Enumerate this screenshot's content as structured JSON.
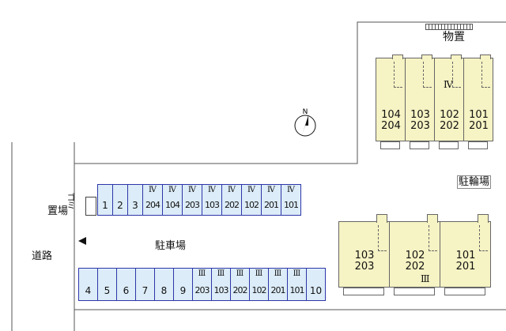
{
  "labels": {
    "storage": "物置",
    "bicycle_parking": "駐輪場",
    "parking": "駐車場",
    "road": "道路",
    "garbage": "ゴミ置場",
    "garbage_line1": "ゴミ",
    "garbage_line2": "置場",
    "north": "N"
  },
  "parking_top": [
    {
      "num": "1",
      "tag": "",
      "room": ""
    },
    {
      "num": "2",
      "tag": "",
      "room": ""
    },
    {
      "num": "3",
      "tag": "",
      "room": ""
    },
    {
      "num": "",
      "tag": "Ⅳ",
      "room": "204"
    },
    {
      "num": "",
      "tag": "Ⅳ",
      "room": "104"
    },
    {
      "num": "",
      "tag": "Ⅳ",
      "room": "203"
    },
    {
      "num": "",
      "tag": "Ⅳ",
      "room": "103"
    },
    {
      "num": "",
      "tag": "Ⅳ",
      "room": "202"
    },
    {
      "num": "",
      "tag": "Ⅳ",
      "room": "102"
    },
    {
      "num": "",
      "tag": "Ⅳ",
      "room": "201"
    },
    {
      "num": "",
      "tag": "Ⅳ",
      "room": "101"
    }
  ],
  "parking_bottom": [
    {
      "num": "4",
      "tag": "",
      "room": ""
    },
    {
      "num": "5",
      "tag": "",
      "room": ""
    },
    {
      "num": "6",
      "tag": "",
      "room": ""
    },
    {
      "num": "7",
      "tag": "",
      "room": ""
    },
    {
      "num": "8",
      "tag": "",
      "room": ""
    },
    {
      "num": "9",
      "tag": "",
      "room": ""
    },
    {
      "num": "",
      "tag": "Ⅲ",
      "room": "203"
    },
    {
      "num": "",
      "tag": "Ⅲ",
      "room": "103"
    },
    {
      "num": "",
      "tag": "Ⅲ",
      "room": "202"
    },
    {
      "num": "",
      "tag": "Ⅲ",
      "room": "102"
    },
    {
      "num": "",
      "tag": "Ⅲ",
      "room": "201"
    },
    {
      "num": "",
      "tag": "Ⅲ",
      "room": "101"
    },
    {
      "num": "10",
      "tag": "",
      "room": ""
    }
  ],
  "building_iv": {
    "name": "Ⅳ",
    "units": [
      {
        "upper": "104",
        "lower": "204"
      },
      {
        "upper": "103",
        "lower": "203"
      },
      {
        "upper": "102",
        "lower": "202"
      },
      {
        "upper": "101",
        "lower": "201"
      }
    ]
  },
  "building_iii": {
    "name": "Ⅲ",
    "units": [
      {
        "upper": "103",
        "lower": "203"
      },
      {
        "upper": "102",
        "lower": "202"
      },
      {
        "upper": "101",
        "lower": "201"
      }
    ]
  },
  "colors": {
    "parking_fill": "#dcecf8",
    "parking_border": "#2d36a8",
    "building_fill": "#f6f3c4",
    "outline": "#666666"
  }
}
